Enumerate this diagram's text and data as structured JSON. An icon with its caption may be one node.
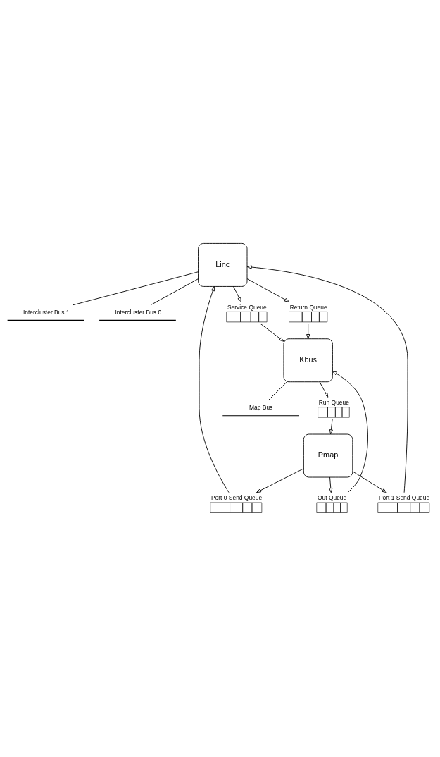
{
  "diagram": {
    "nodes": [
      {
        "text": [
          "Intercluster Bus 1"
        ]
      },
      {
        "text": [
          "Intercluster Bus 0"
        ]
      },
      {
        "text": [
          "Linc"
        ]
      },
      {
        "text": [
          "Service Queue"
        ]
      },
      {
        "text": [
          "Return Queue"
        ]
      },
      {
        "text": [
          "Port 0 Send Queue"
        ]
      },
      {
        "text": [
          "Port 1 Send Queue"
        ]
      },
      {
        "text": [
          "Run Queue"
        ]
      },
      {
        "text": [
          "Kbus"
        ]
      },
      {
        "text": [
          "Pmap"
        ]
      },
      {
        "text": [
          "Out Queue"
        ]
      },
      {
        "text": [
          "Map Bus"
        ]
      }
    ],
    "edges": [
      {
        "from": 2,
        "to": 1,
        "arrow": "none"
      },
      {
        "from": 2,
        "to": 0,
        "arrow": "none"
      },
      {
        "from": 2,
        "to": 3,
        "arrow": "to"
      },
      {
        "from": 3,
        "to": 8,
        "arrow": "to"
      },
      {
        "from": 2,
        "to": 4,
        "arrow": "to"
      },
      {
        "from": 4,
        "to": 8,
        "arrow": "to"
      },
      {
        "from": 9,
        "to": 5,
        "arrow": "to"
      },
      {
        "from": 5,
        "to": 2,
        "arrow": "to"
      },
      {
        "from": 9,
        "to": 6,
        "arrow": "to"
      },
      {
        "from": 6,
        "to": 2,
        "arrow": "to"
      },
      {
        "from": 8,
        "to": 7,
        "arrow": "to"
      },
      {
        "from": 7,
        "to": 9,
        "arrow": "to"
      },
      {
        "from": 9,
        "to": 10,
        "arrow": "to"
      },
      {
        "from": 10,
        "to": 8,
        "arrow": "to"
      },
      {
        "from": 8,
        "to": 11,
        "arrow": "none"
      }
    ]
  }
}
